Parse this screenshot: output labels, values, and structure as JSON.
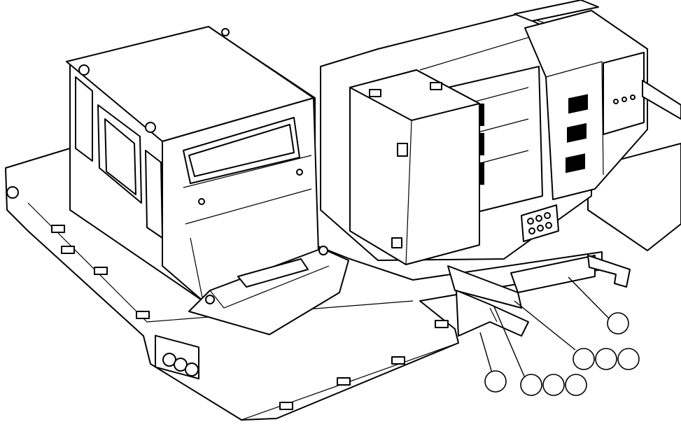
{
  "figure": {
    "colors": {
      "line": "#000000",
      "background": "#ffffff"
    },
    "callouts": [
      {
        "id": "c1",
        "label": ""
      },
      {
        "id": "c2",
        "label": ""
      },
      {
        "id": "c3",
        "label": ""
      },
      {
        "id": "c4",
        "label": ""
      },
      {
        "id": "c5",
        "label": ""
      },
      {
        "id": "c6",
        "label": ""
      },
      {
        "id": "c7",
        "label": ""
      },
      {
        "id": "c8",
        "label": ""
      },
      {
        "id": "c9",
        "label": ""
      }
    ]
  }
}
